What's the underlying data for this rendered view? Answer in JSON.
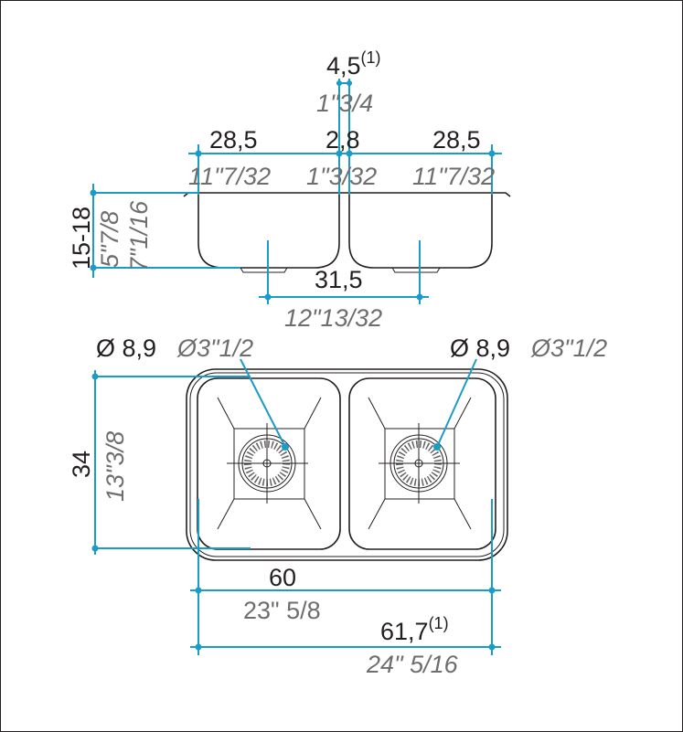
{
  "dimensions": {
    "divider_top": {
      "metric": "4,5",
      "note": "(1)",
      "imperial": "1\"3/4"
    },
    "left_basin_width": {
      "metric": "28,5",
      "imperial": "11\"7/32"
    },
    "divider_width": {
      "metric": "2,8",
      "imperial": "1\"3/32"
    },
    "right_basin_width": {
      "metric": "28,5",
      "imperial": "11\"7/32"
    },
    "depth": {
      "metric": "15-18",
      "imperial_1": "5\"7/8",
      "imperial_2": "7\"1/16"
    },
    "drain_spacing": {
      "metric": "31,5",
      "imperial": "12\"13/32"
    },
    "left_drain": {
      "metric": "Ø 8,9",
      "imperial": "Ø3\"1/2"
    },
    "right_drain": {
      "metric": "Ø 8,9",
      "imperial": "Ø3\"1/2"
    },
    "height": {
      "metric": "34",
      "imperial": "13\"3/8"
    },
    "inner_width": {
      "metric": "60",
      "imperial": "23\" 5/8"
    },
    "outer_width": {
      "metric": "61,7",
      "note": "(1)",
      "imperial": "24\" 5/16"
    }
  },
  "colors": {
    "dimension_line": "#1a9cc4",
    "metric_text": "#231f20",
    "imperial_text": "#6d6e70"
  }
}
